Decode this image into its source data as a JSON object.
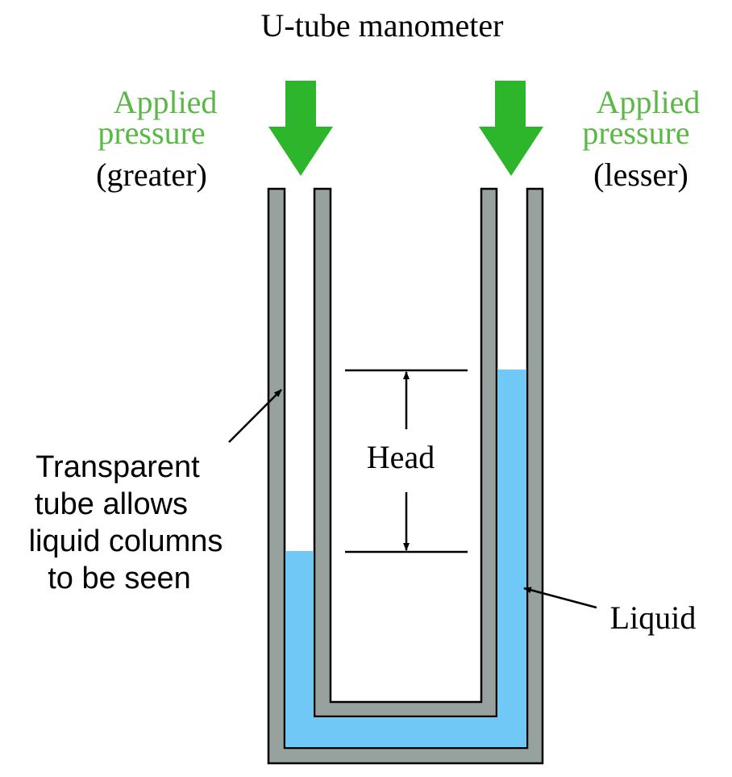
{
  "title": "U-tube manometer",
  "left_input": {
    "label_line1": "Applied",
    "label_line2": "pressure",
    "qualifier": "(greater)"
  },
  "right_input": {
    "label_line1": "Applied",
    "label_line2": "pressure",
    "qualifier": "(lesser)"
  },
  "head_label": "Head",
  "tube_note": {
    "line1": "Transparent",
    "line2": "tube allows",
    "line3": "liquid columns",
    "line4": "to be seen"
  },
  "liquid_label": "Liquid",
  "colors": {
    "arrow_green": "#2db52b",
    "label_green": "#5ab946",
    "tube_gray": "#97a19e",
    "liquid_blue": "#6fc8f5",
    "line_black": "#000000"
  },
  "icons": {
    "pressure_arrow": "down-arrow-icon",
    "head_arrows": "double-arrow-icon",
    "leader": "leader-arrow-icon"
  }
}
